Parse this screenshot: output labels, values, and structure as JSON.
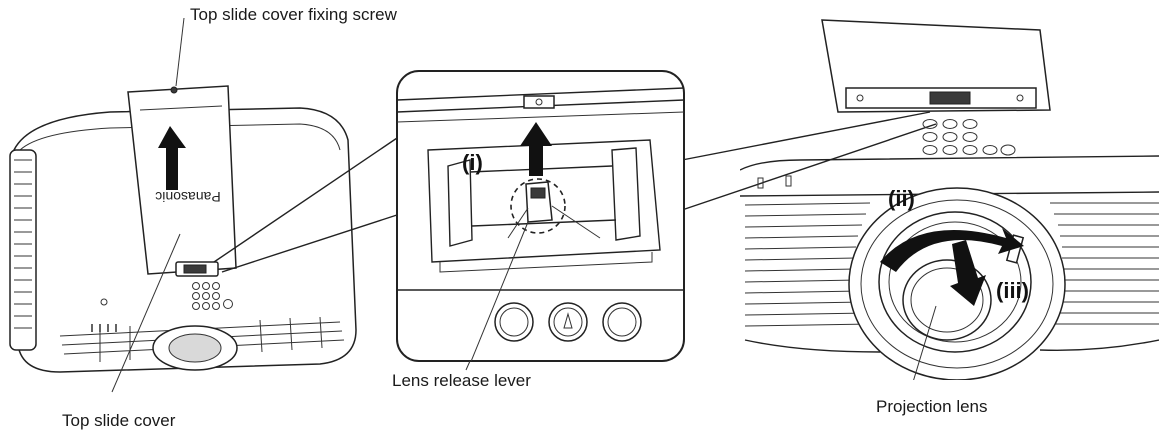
{
  "labels": {
    "fixing_screw": "Top slide cover fixing screw",
    "top_slide_cover": "Top slide cover",
    "lens_release_lever": "Lens release lever",
    "projection_lens": "Projection lens"
  },
  "steps": {
    "i": "(i)",
    "ii": "(ii)",
    "iii": "(iii)"
  },
  "brand": "Panasonic",
  "colors": {
    "line": "#222222",
    "arrow": "#111111",
    "background": "#ffffff"
  }
}
